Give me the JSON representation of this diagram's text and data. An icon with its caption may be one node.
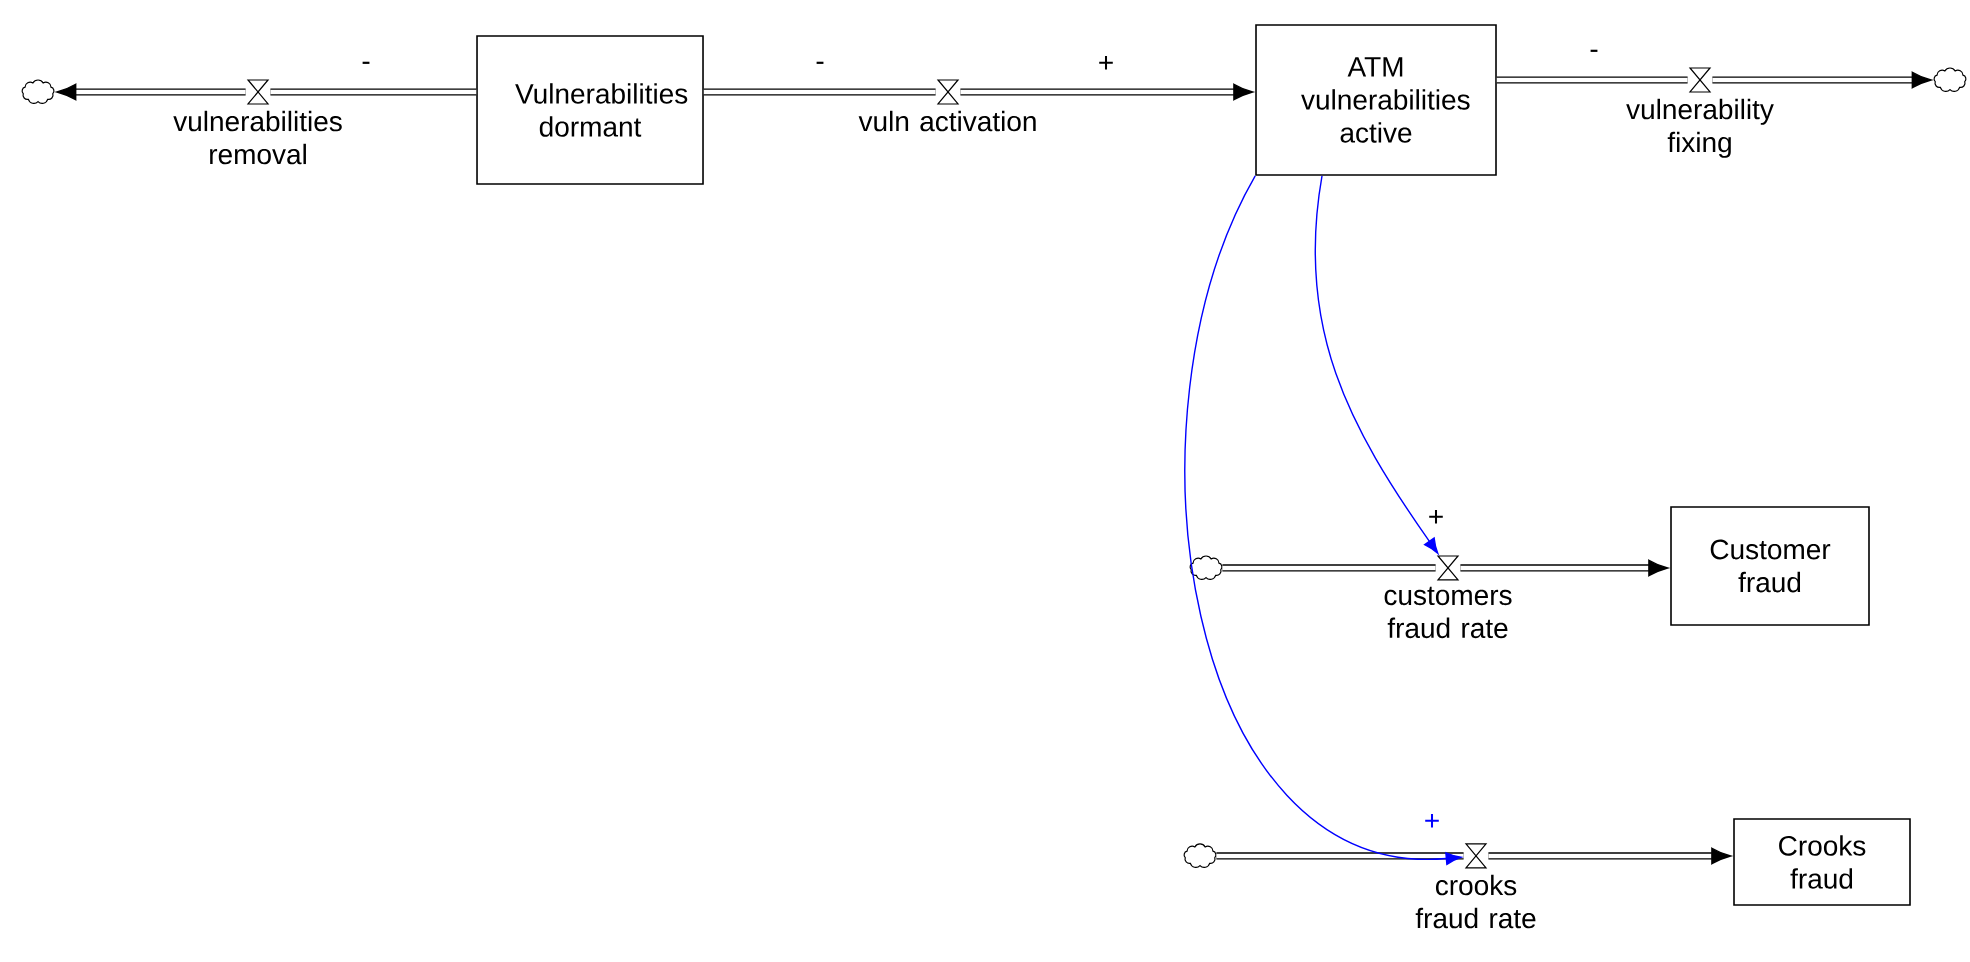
{
  "diagram": {
    "nodes": [
      {
        "text": [],
        "shape": "cloud"
      },
      {
        "text": [
          "vulnerabilities removal"
        ]
      },
      {
        "text": [
          "Vulnerabilities dormant"
        ]
      },
      {
        "text": [
          "vuln activation"
        ]
      },
      {
        "text": [
          "ATM vulnerabilities active"
        ]
      },
      {
        "text": [
          "vulnerability fixing"
        ]
      },
      {
        "text": [],
        "shape": "cloud"
      },
      {
        "text": [],
        "shape": "cloud"
      },
      {
        "text": [
          "customers fraud rate"
        ]
      },
      {
        "text": [
          "Customer fraud"
        ]
      },
      {
        "text": [],
        "shape": "cloud"
      },
      {
        "text": [
          "crooks fraud rate"
        ]
      },
      {
        "text": [
          "Crooks fraud"
        ]
      }
    ],
    "edges": [
      {
        "from": 2,
        "to": 1,
        "arrow": "none",
        "label": "-"
      },
      {
        "from": 1,
        "to": 0,
        "arrow": "to"
      },
      {
        "from": 2,
        "to": 3,
        "arrow": "none",
        "label": "-"
      },
      {
        "from": 3,
        "to": 4,
        "arrow": "to",
        "label": "+"
      },
      {
        "from": 4,
        "to": 5,
        "arrow": "none",
        "label": "-"
      },
      {
        "from": 5,
        "to": 6,
        "arrow": "to"
      },
      {
        "from": 7,
        "to": 8,
        "arrow": "none"
      },
      {
        "from": 8,
        "to": 9,
        "arrow": "to"
      },
      {
        "from": 10,
        "to": 11,
        "arrow": "none"
      },
      {
        "from": 11,
        "to": 12,
        "arrow": "to"
      },
      {
        "from": 4,
        "to": 8,
        "arrow": "to",
        "label": "+",
        "color": "#0000ff"
      },
      {
        "from": 4,
        "to": 11,
        "arrow": "to",
        "label": "+",
        "color": "#0000ff"
      }
    ]
  }
}
